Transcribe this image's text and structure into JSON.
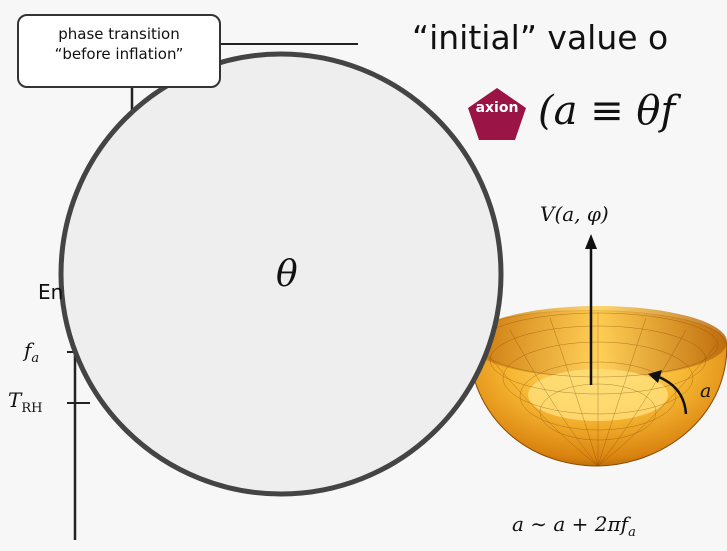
{
  "callout": {
    "line1": "phase transition",
    "line2": "“before inflation”"
  },
  "heading": "“initial” value o",
  "subheading": "(a ≡ θf",
  "badge_label": "axion",
  "energy_axis": {
    "label": "En",
    "ticks": [
      "f",
      "T"
    ],
    "tick_subscripts": [
      "a",
      "RH"
    ]
  },
  "theta_label": "θ",
  "potential_label": "V(a, φ)",
  "arc_label": "a",
  "periodicity": "a ∼ a + 2πf",
  "periodicity_sub": "a",
  "colors": {
    "badge": "#9b1446",
    "circle_fill": "#eeeeee",
    "circle_stroke": "#444444",
    "bowl_light": "#ffd766",
    "bowl_mid": "#f5a21c",
    "bowl_dark": "#a35a05"
  }
}
